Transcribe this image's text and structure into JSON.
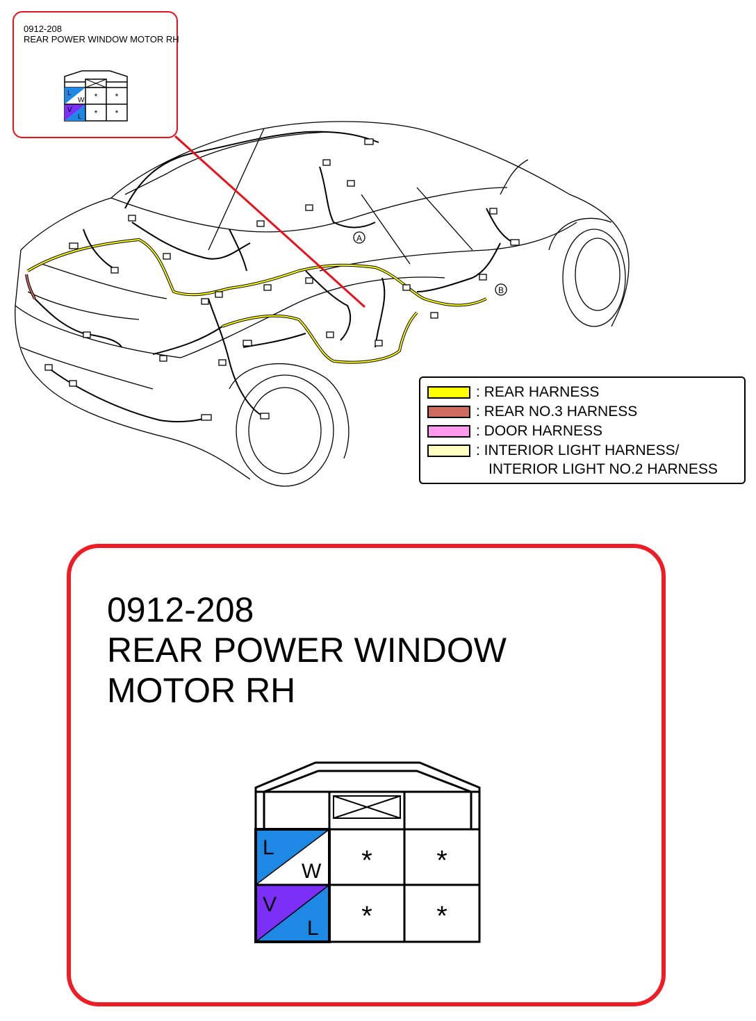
{
  "connector": {
    "code": "0912-208",
    "name": "REAR POWER WINDOW MOTOR RH",
    "pins": [
      {
        "row": 1,
        "col": 1,
        "wires": [
          "L",
          "W"
        ],
        "colors": [
          "#1e88e5",
          "#ffffff"
        ]
      },
      {
        "row": 1,
        "col": 2,
        "label": "*"
      },
      {
        "row": 1,
        "col": 3,
        "label": "*"
      },
      {
        "row": 2,
        "col": 1,
        "wires": [
          "V",
          "L"
        ],
        "colors": [
          "#7b2ff7",
          "#1e88e5"
        ]
      },
      {
        "row": 2,
        "col": 2,
        "label": "*"
      },
      {
        "row": 2,
        "col": 3,
        "label": "*"
      }
    ],
    "pin_label_top_left": "L",
    "pin_label_top_right": "W",
    "pin_label_bottom_left": "V",
    "pin_label_bottom_right": "L",
    "unused_pin_mark": "*"
  },
  "diagram_markers": {
    "marker_a": "A",
    "marker_b": "B"
  },
  "legend": {
    "items": [
      {
        "label": ": REAR HARNESS",
        "color": "#ffff00"
      },
      {
        "label": ": REAR NO.3 HARNESS",
        "color": "#cd6b5f"
      },
      {
        "label": ": DOOR HARNESS",
        "color": "#ff99ee"
      },
      {
        "label": ": INTERIOR LIGHT HARNESS/",
        "color": "#ffffc0"
      }
    ],
    "continuation": "INTERIOR LIGHT NO.2 HARNESS"
  },
  "colors": {
    "callout_red": "#ee1c24",
    "wire_blue": "#1e88e5",
    "wire_violet": "#7b2ff7"
  }
}
